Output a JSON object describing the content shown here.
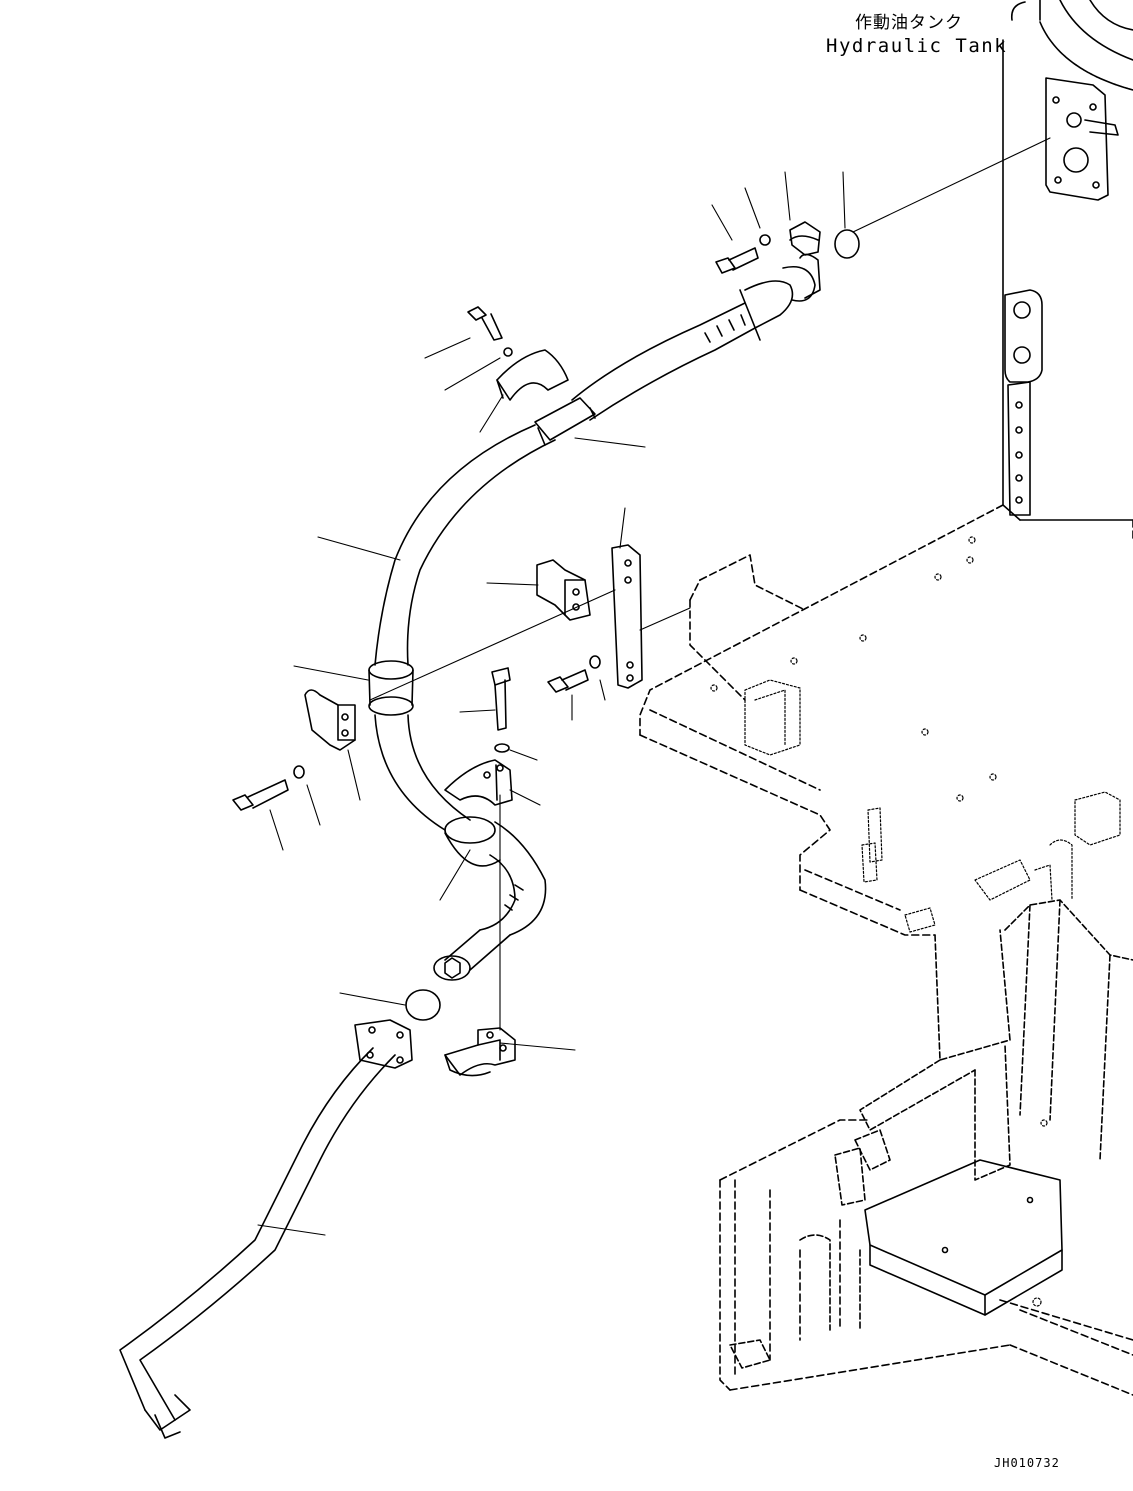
{
  "labels": {
    "component_jp": "作動油タンク",
    "component_en": "Hydraulic Tank",
    "drawing_number": "JH010732"
  },
  "colors": {
    "line": "#000000",
    "background": "#ffffff"
  }
}
